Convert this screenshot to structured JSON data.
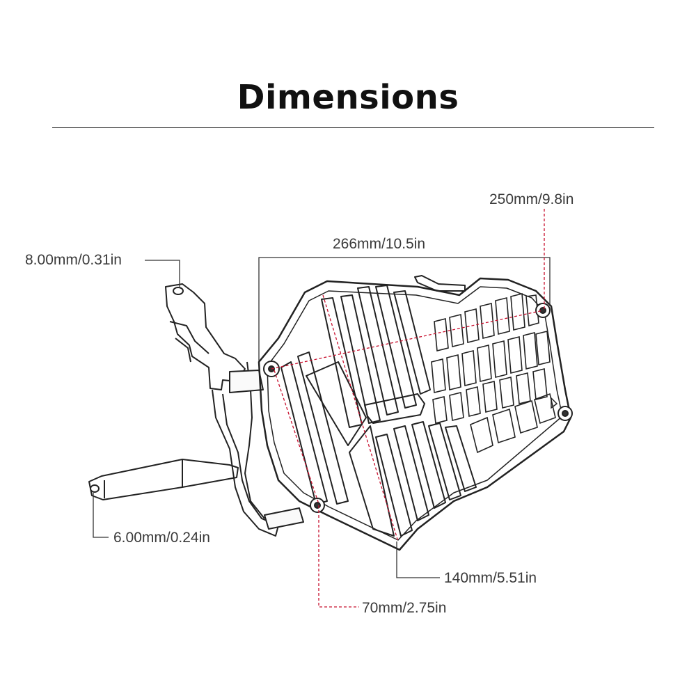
{
  "title": "Dimensions",
  "accent_color": "#c8102e",
  "dimensions": {
    "height_top": "250mm/9.8in",
    "width_top": "266mm/10.5in",
    "hole_upper": "8.00mm/0.31in",
    "hole_lower": "6.00mm/0.24in",
    "inner_width": "140mm/5.51in",
    "mount_spacing": "70mm/2.75in"
  }
}
